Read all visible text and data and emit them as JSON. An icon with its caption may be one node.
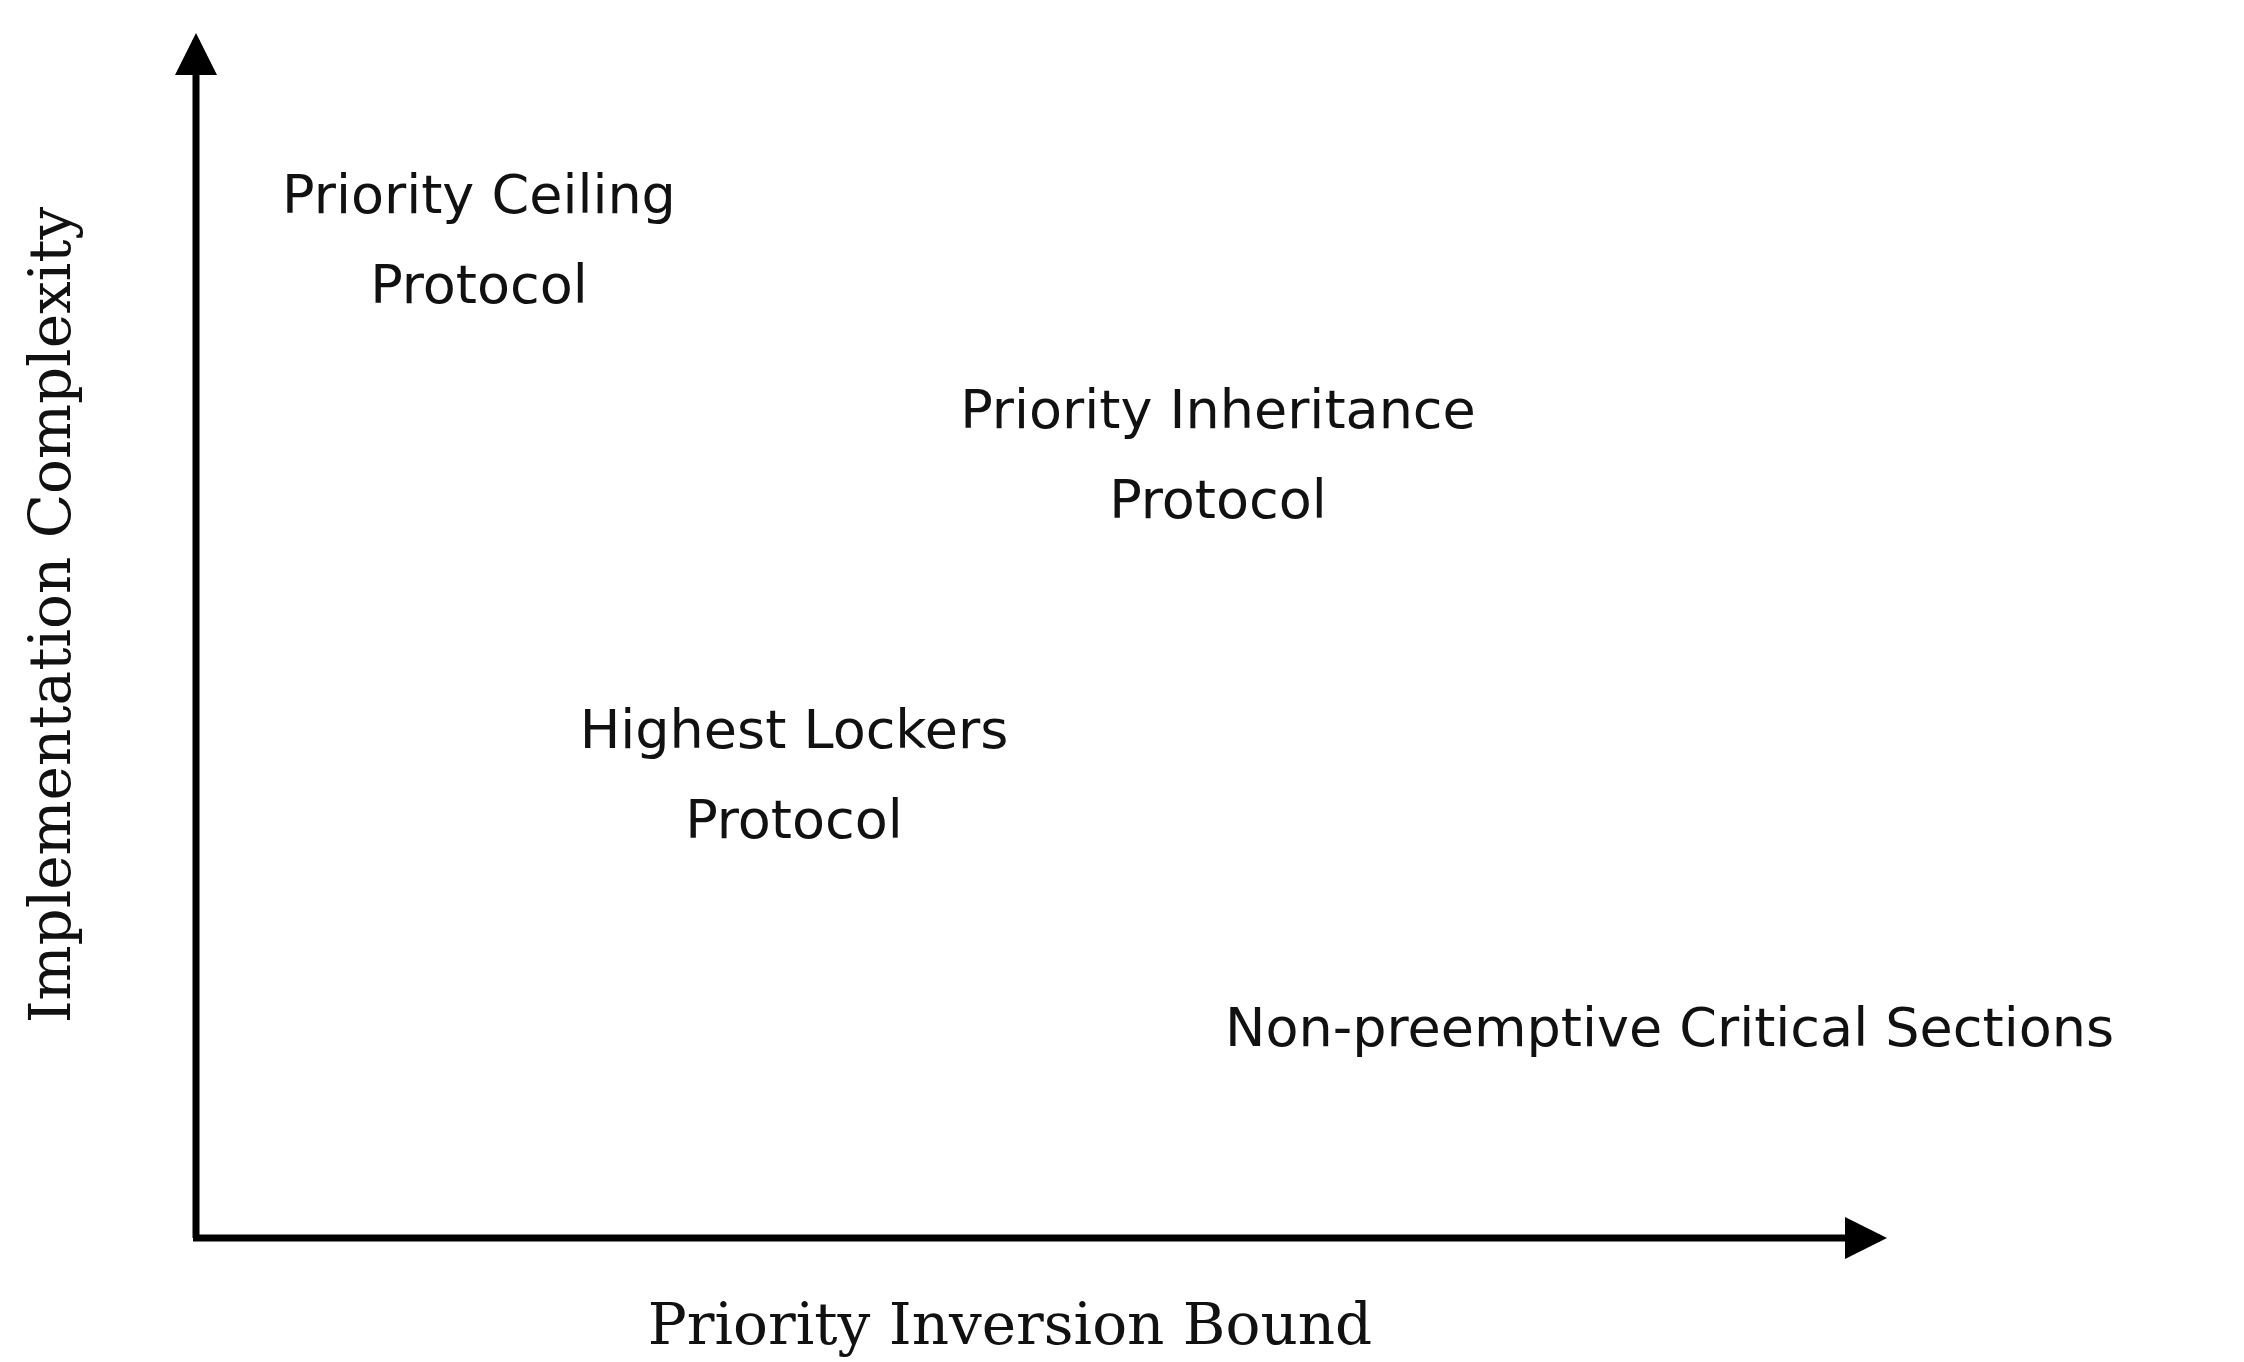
{
  "diagram": {
    "labels": [
      "Priority Ceiling Protocol",
      "Priority Inheritance Protocol",
      "Highest Lockers Protocol",
      "Non-preemptive Critical Sections",
      "Priority Inversion Bound",
      "Implementation Complexity"
    ]
  }
}
